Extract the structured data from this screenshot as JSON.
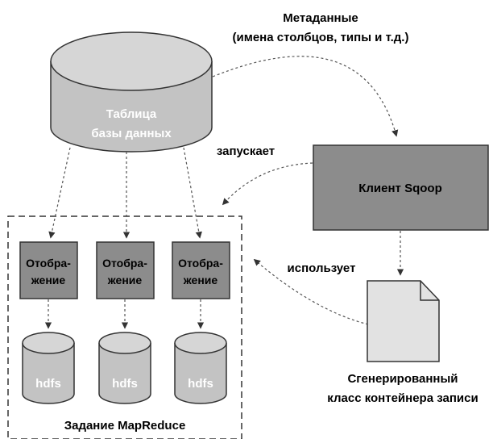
{
  "metadata_label": {
    "line1": "Метаданные",
    "line2": "(имена столбцов, типы и т.д.)"
  },
  "database": {
    "line1": "Таблица",
    "line2": "базы данных"
  },
  "launches_label": "запускает",
  "sqoop_client": "Клиент Sqoop",
  "uses_label": "использует",
  "generated_class": {
    "line1": "Сгенерированный",
    "line2": "класс контейнера записи"
  },
  "job_label": "Задание MapReduce",
  "map_tasks": [
    {
      "line1": "Отобра-",
      "line2": "жение"
    },
    {
      "line1": "Отобра-",
      "line2": "жение"
    },
    {
      "line1": "Отобра-",
      "line2": "жение"
    }
  ],
  "hdfs": [
    "hdfs",
    "hdfs",
    "hdfs"
  ],
  "colors": {
    "cylinder_body": "#c3c3c3",
    "cylinder_top": "#d6d6d6",
    "box_fill": "#8c8c8c",
    "outline": "#333333",
    "document_fill": "#e2e2e2"
  }
}
